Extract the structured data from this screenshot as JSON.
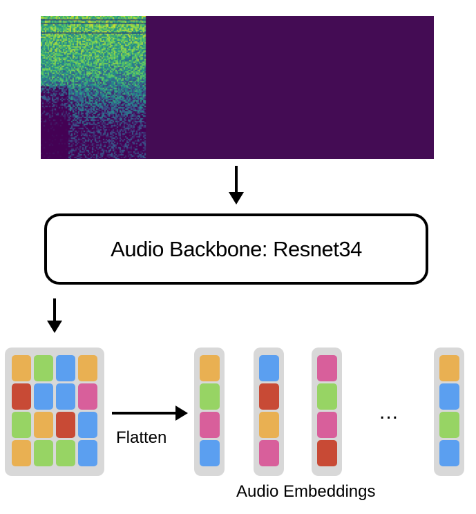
{
  "colors": {
    "orange": "#e9b052",
    "green": "#97d464",
    "blue": "#5b9ff0",
    "red": "#c84a35",
    "pink": "#d85f9b",
    "panel": "#d8d8d8",
    "spectrogram_background": "#440c54"
  },
  "spectrogram": {
    "description": "audio spectrogram (viridis colormap), signal occupies left portion, rest is silence/padding"
  },
  "backbone": {
    "label": "Audio Backbone: Resnet34"
  },
  "feature_map": {
    "rows": [
      [
        "orange",
        "green",
        "blue",
        "orange"
      ],
      [
        "red",
        "blue",
        "blue",
        "pink"
      ],
      [
        "green",
        "orange",
        "red",
        "blue"
      ],
      [
        "orange",
        "green",
        "green",
        "blue"
      ]
    ]
  },
  "flatten": {
    "label": "Flatten"
  },
  "embeddings": {
    "columns": [
      [
        "orange",
        "green",
        "pink",
        "blue"
      ],
      [
        "blue",
        "red",
        "orange",
        "pink"
      ],
      [
        "pink",
        "green",
        "pink",
        "red"
      ],
      [
        "orange",
        "blue",
        "green",
        "blue"
      ]
    ],
    "ellipsis": "...",
    "label": "Audio Embeddings"
  }
}
